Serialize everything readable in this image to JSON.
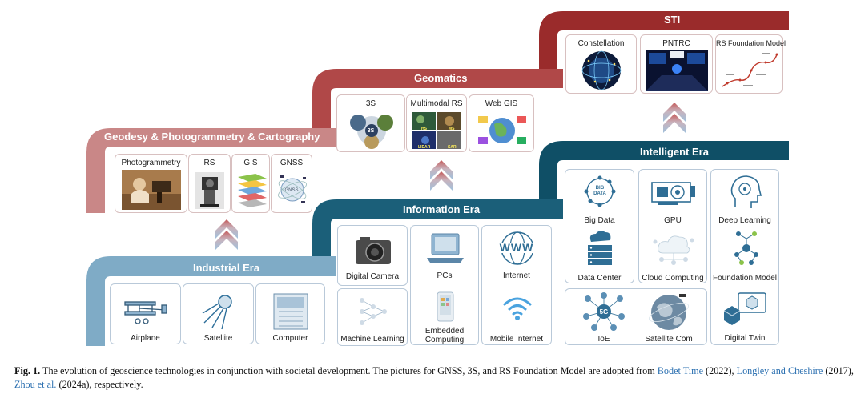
{
  "eras": {
    "geodesy": "Geodesy & Photogrammetry & Cartography",
    "geomatics": "Geomatics",
    "sti": "STI",
    "industrial": "Industrial Era",
    "information": "Information Era",
    "intelligent": "Intelligent Era"
  },
  "geodesy_items": [
    "Photogrammetry",
    "RS",
    "GIS",
    "GNSS"
  ],
  "geomatics_items": [
    "3S",
    "Multimodal RS",
    "Web GIS"
  ],
  "multimodal_tags": [
    "HS",
    "MS",
    "LIDAR",
    "SAR"
  ],
  "sti_items": [
    "Constellation",
    "PNTRC",
    "RS Foundation Model"
  ],
  "industrial_items": [
    "Airplane",
    "Satellite",
    "Computer"
  ],
  "information_items": {
    "digital_camera": "Digital Camera",
    "machine_learning": "Machine Learning",
    "pcs": "PCs",
    "embedded": "Embedded Computing",
    "internet": "Internet",
    "mobile_internet": "Mobile Internet"
  },
  "intelligent_items": {
    "big_data": "Big Data",
    "big_data_icon_text": "BIG DATA",
    "data_center": "Data Center",
    "gpu": "GPU",
    "cloud": "Cloud Computing",
    "deep_learning": "Deep Learning",
    "foundation_model": "Foundation Model",
    "ioe": "IoE",
    "ioe_icon_text": "5G",
    "satellite_com": "Satellite Com",
    "digital_twin": "Digital Twin"
  },
  "icon_texts": {
    "three_s": "3S",
    "gnss": "GNSS",
    "www": "WWW"
  },
  "caption": {
    "label": "Fig. 1.",
    "text1": " The evolution of geoscience technologies in conjunction with societal development. The pictures for GNSS, 3S, and RS Foundation Model are adopted from ",
    "ref1": "Bodet Time",
    "year1": " (2022), ",
    "ref2": "Longley and Cheshire",
    "year2": " (2017), ",
    "ref3": "Zhou et al.",
    "year3": " (2024a), respectively."
  },
  "colors": {
    "industrial": "#7fabc6",
    "information": "#1b5f79",
    "intelligent": "#0f4f66",
    "geodesy": "#c98787",
    "geomatics": "#b04848",
    "sti": "#9a2b2b"
  }
}
